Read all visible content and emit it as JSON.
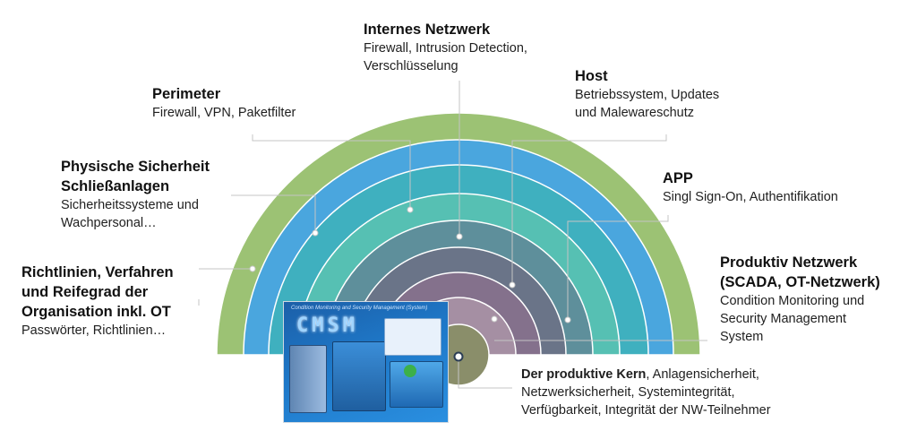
{
  "colors": {
    "ring_outer": "#9cc274",
    "ring_2": "#4aa6de",
    "ring_3": "#3fb0bf",
    "ring_4": "#56c0b3",
    "ring_5": "#5e8f9b",
    "ring_6": "#6a7488",
    "ring_7": "#84718c",
    "ring_8": "#a58fa3",
    "core": "#8a8e6a"
  },
  "layers": [
    {
      "title": "Internes Netzwerk",
      "lines": [
        "Firewall, Intrusion Detection,",
        "Verschlüsselung"
      ]
    },
    {
      "title": "Host",
      "lines": [
        "Betriebssystem, Updates",
        "und Malewareschutz"
      ]
    },
    {
      "title": "Perimeter",
      "lines": [
        "Firewall, VPN, Paketfilter"
      ]
    },
    {
      "title_lines": [
        "Physische Sicherheit",
        "Schließanlagen"
      ],
      "lines": [
        "Sicherheitssysteme und",
        "Wachpersonal…"
      ]
    },
    {
      "title": "APP",
      "lines": [
        "Singl Sign-On,  Authentifikation"
      ]
    },
    {
      "title_lines": [
        "Richtlinien, Verfahren",
        "und Reifegrad der",
        "Organisation inkl. OT"
      ],
      "lines": [
        "Passwörter, Richtlinien…"
      ]
    },
    {
      "title_lines": [
        "Produktiv Netzwerk",
        "(SCADA, OT-Netzwerk)"
      ],
      "lines": [
        "Condition Monitoring und",
        "Security Management",
        "System"
      ]
    }
  ],
  "core": {
    "title": "Der produktive Kern",
    "line1_rest": ", Anlagensicherheit,",
    "line2": "Netzwerksicherheit, Systemintegrität,",
    "line3": "Verfügbarkeit, Integrität der NW-Teilnehmer"
  },
  "product_image": {
    "caption": "Condition Monitoring and Security Management (System)",
    "logo": "CMSM"
  }
}
